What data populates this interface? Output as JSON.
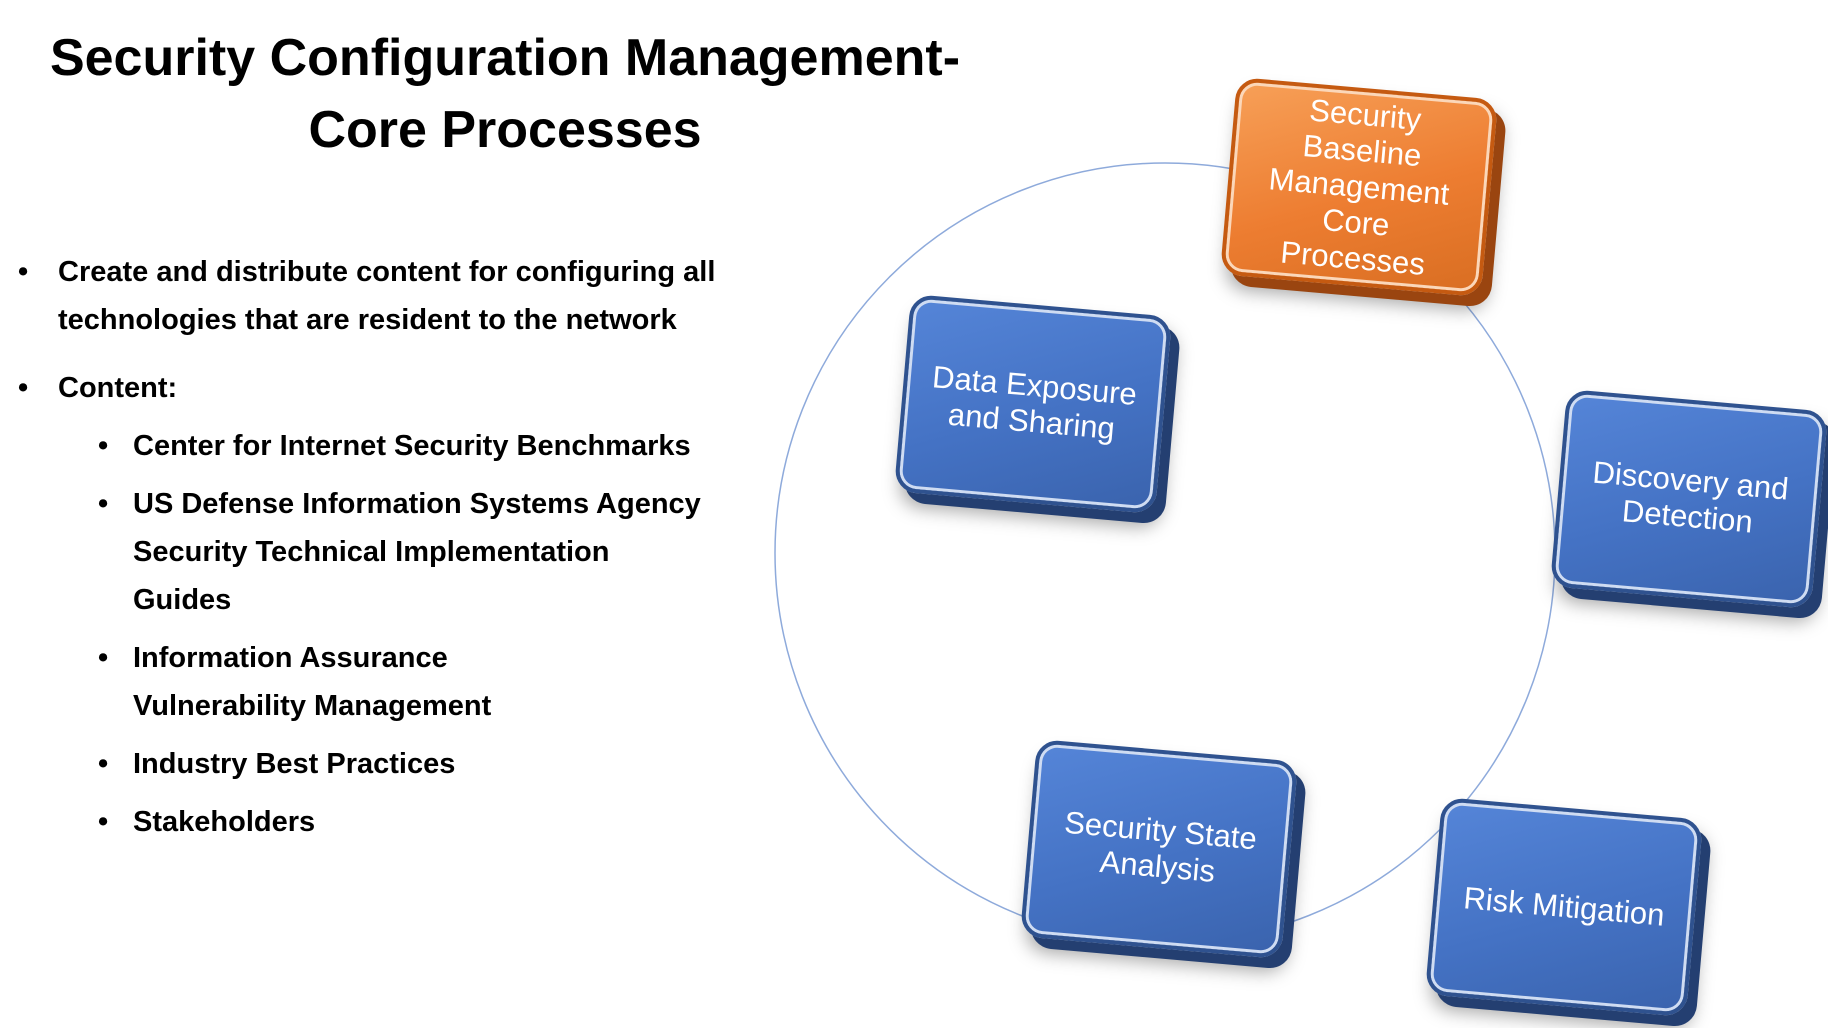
{
  "title": {
    "line1": "Security Configuration Management-",
    "line2": "Core Processes"
  },
  "bullets": {
    "item1": {
      "line1": "Create and distribute content for configuring all",
      "line2": "technologies that are resident to the network"
    },
    "item2": {
      "label": "Content:",
      "subitems": {
        "s1": {
          "line1": "Center for Internet Security Benchmarks"
        },
        "s2": {
          "line1": "US Defense Information Systems Agency",
          "line2": "Security Technical Implementation",
          "line3": "Guides"
        },
        "s3": {
          "line1": "Information Assurance",
          "line2": "Vulnerability Management"
        },
        "s4": {
          "line1": "Industry Best Practices"
        },
        "s5": {
          "line1": "Stakeholders"
        }
      }
    }
  },
  "cycle": {
    "ring_color": "#8eaadb",
    "nodes": {
      "baseline": {
        "line1": "Security Baseline",
        "line2": "Management",
        "line3": "Core Processes",
        "color": "#ed7d31"
      },
      "discovery": {
        "line1": "Discovery and",
        "line2": "Detection",
        "color": "#4472c4"
      },
      "risk": {
        "line1": "Risk Mitigation",
        "color": "#4472c4"
      },
      "state": {
        "line1": "Security State",
        "line2": "Analysis",
        "color": "#4472c4"
      },
      "exposure": {
        "line1": "Data Exposure",
        "line2": "and Sharing",
        "color": "#4472c4"
      }
    }
  }
}
